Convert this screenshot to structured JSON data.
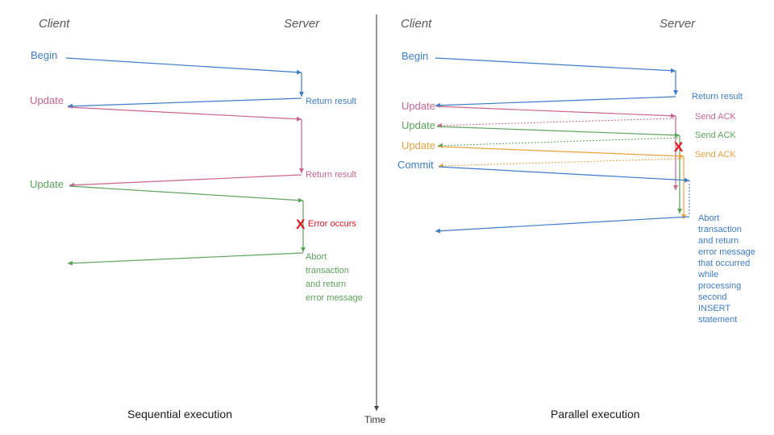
{
  "diagram": {
    "title_left": "Sequential execution",
    "title_right": "Parallel execution",
    "time_axis_label": "Time",
    "colors": {
      "blue": "#3d7cc9",
      "pink": "#c9648f",
      "green": "#5aa35a",
      "orange": "#e8a33d",
      "red": "#e8111c",
      "header": "#595959",
      "divider": "#444444"
    }
  },
  "left_panel": {
    "header_client": "Client",
    "header_server": "Server",
    "client_messages": [
      {
        "label": "Begin",
        "color": "#3d7cc9"
      },
      {
        "label": "Update",
        "color": "#c9648f"
      },
      {
        "label": "Update",
        "color": "#5aa35a"
      }
    ],
    "server_messages": [
      {
        "label": "Return result",
        "color": "#3d7cc9"
      },
      {
        "label": "Return result",
        "color": "#c9648f"
      }
    ],
    "error": {
      "marker": "X",
      "label": "Error occurs",
      "color": "#e8111c"
    },
    "abort_note": {
      "color": "#5aa35a",
      "lines": [
        "Abort",
        "transaction",
        "and return",
        "error message"
      ]
    },
    "caption": "Sequential execution"
  },
  "right_panel": {
    "header_client": "Client",
    "header_server": "Server",
    "client_messages": [
      {
        "label": "Begin",
        "color": "#3d7cc9"
      },
      {
        "label": "Update",
        "color": "#c9648f"
      },
      {
        "label": "Update",
        "color": "#5aa35a"
      },
      {
        "label": "Update",
        "color": "#e8a33d"
      },
      {
        "label": "Commit",
        "color": "#3d7cc9"
      }
    ],
    "server_messages": [
      {
        "label": "Return result",
        "color": "#3d7cc9"
      },
      {
        "label": "Send ACK",
        "color": "#c9648f"
      },
      {
        "label": "Send ACK",
        "color": "#5aa35a"
      },
      {
        "label": "Send ACK",
        "color": "#e8a33d"
      }
    ],
    "error": {
      "marker": "X",
      "color": "#e8111c"
    },
    "abort_note": {
      "color": "#3d7cc9",
      "lines": [
        "Abort",
        "transaction",
        "and return",
        "error message",
        "that occurred",
        "while",
        "processing",
        "second",
        "INSERT",
        "statement"
      ]
    },
    "caption": "Parallel execution"
  }
}
